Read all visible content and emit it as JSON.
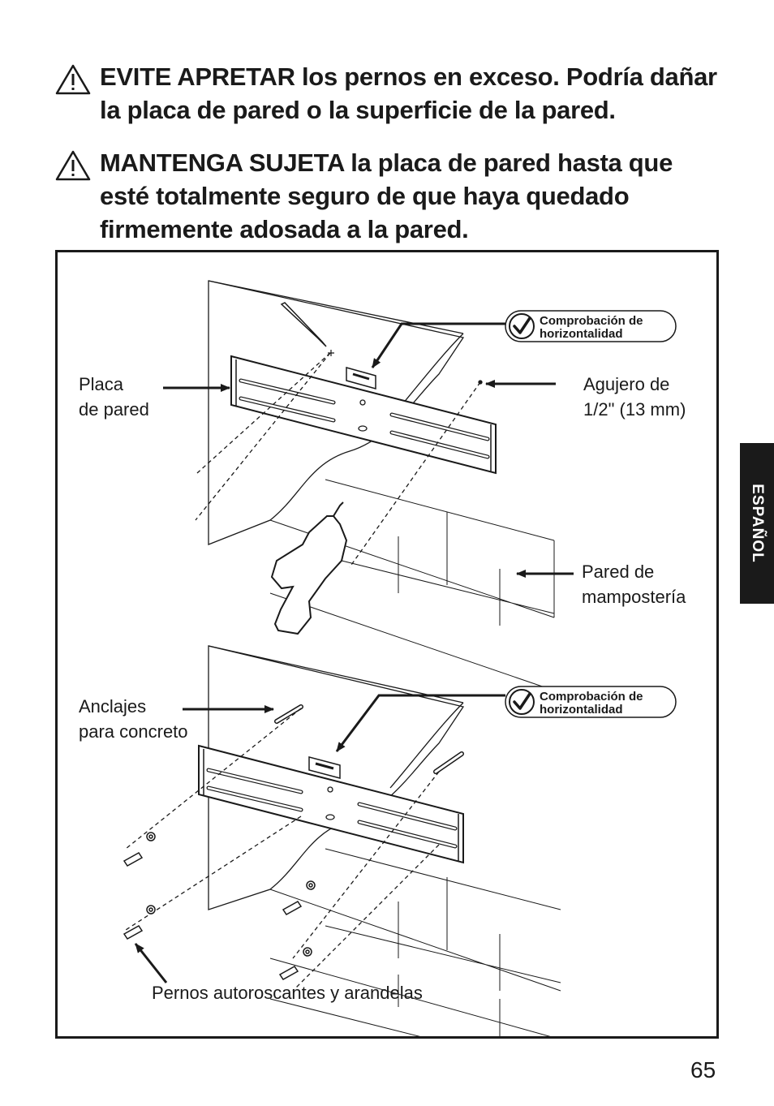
{
  "warnings": [
    {
      "text": "EVITE APRETAR los pernos en exceso. Podría dañar la placa de pared o la superficie de la pared."
    },
    {
      "text": "MANTENGA SUJETA la placa de pared hasta que esté totalmente seguro de que haya quedado firmemente adosada a la pared."
    }
  ],
  "figure": {
    "top": {
      "wall_plate": "Placa\nde pared",
      "hole": "Agujero de\n1/2\" (13 mm)",
      "masonry": "Pared de\nmampostería",
      "level_check": [
        "Comprobación de",
        "horizontalidad"
      ]
    },
    "bottom": {
      "anchors": "Anclajes\npara concreto",
      "lag_bolts": "Pernos autoroscantes y arandelas",
      "level_check": [
        "Comprobación de",
        "horizontalidad"
      ]
    }
  },
  "side_tab": "ESPAÑOL",
  "page_number": "65"
}
